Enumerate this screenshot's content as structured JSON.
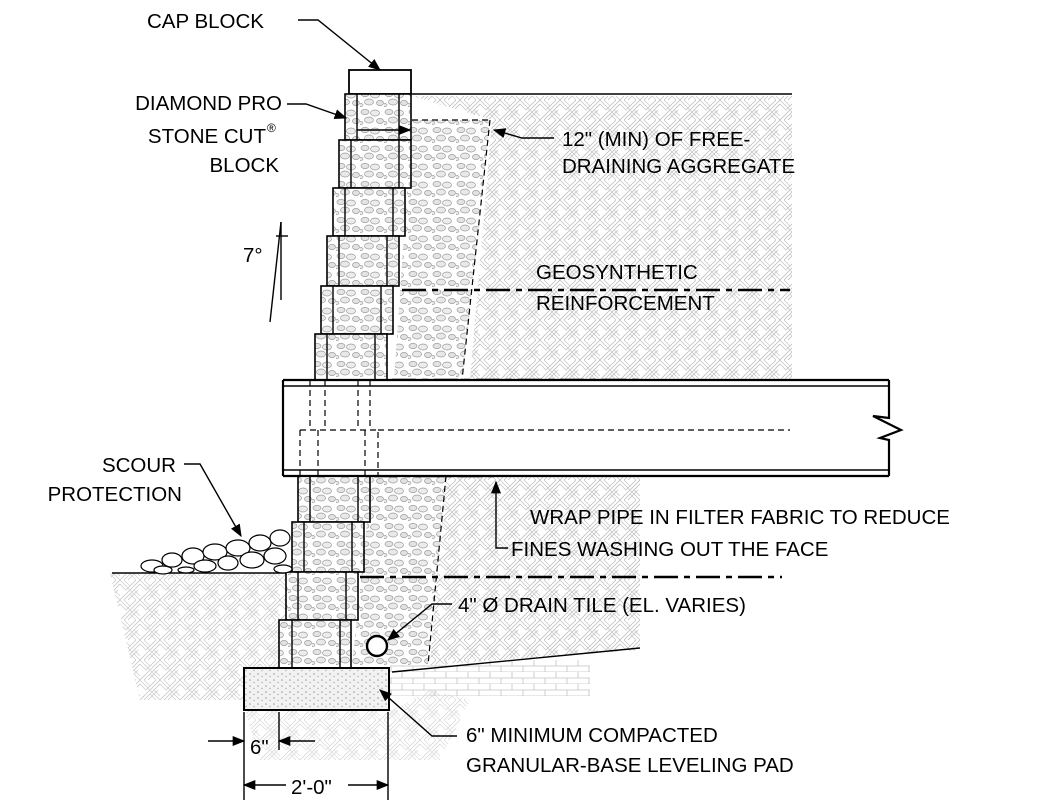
{
  "labels": {
    "cap_block": "CAP BLOCK",
    "block_line1": "DIAMOND PRO",
    "block_line2": "STONE CUT",
    "block_reg": "®",
    "block_line3": "BLOCK",
    "aggregate_line1": "12\" (MIN) OF FREE-",
    "aggregate_line2": "DRAINING AGGREGATE",
    "batter": "7°",
    "geo_line1": "GEOSYNTHETIC",
    "geo_line2": "REINFORCEMENT",
    "scour_line1": "SCOUR",
    "scour_line2": "PROTECTION",
    "wrap_line1": "WRAP PIPE IN FILTER FABRIC TO REDUCE",
    "wrap_line2": "FINES WASHING OUT THE FACE",
    "drain": "4\" Ø DRAIN TILE (EL. VARIES)",
    "pad_line1": "6\" MINIMUM COMPACTED",
    "pad_line2": "GRANULAR-BASE LEVELING PAD",
    "dim_embed": "6\"",
    "dim_pad": "2'-0\""
  }
}
